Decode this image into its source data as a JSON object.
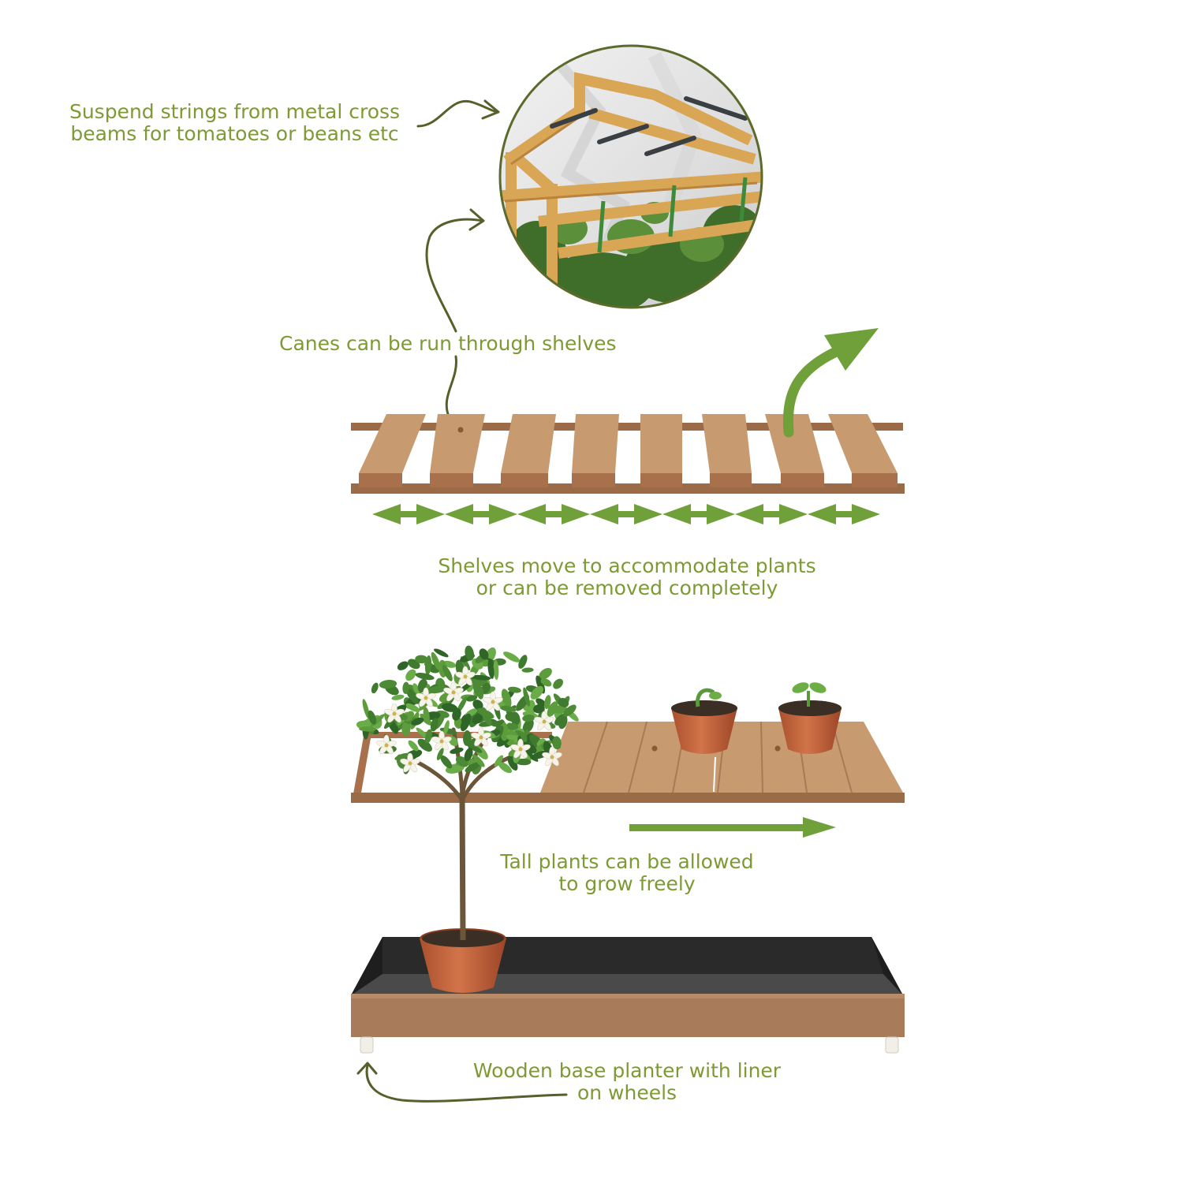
{
  "colors": {
    "label": "#7d9a33",
    "arrow_dark": "#55602a",
    "arrow_green": "#6fa03a",
    "wood_top": "#c79a70",
    "wood_front": "#a8714c",
    "frame": "#9b6a47",
    "liner": "#2b2a2b",
    "planter_front": "#a87c5b",
    "pot": "#c0623a",
    "leaf": "#4d8a35"
  },
  "labels": {
    "strings": [
      "Suspend strings from metal cross",
      "beams for tomatoes or beans etc"
    ],
    "canes": "Canes can be run through shelves",
    "shelves_move": [
      "Shelves move to accommodate plants",
      "or can be removed completely"
    ],
    "tall_plants": [
      "Tall plants can be allowed",
      "to grow freely"
    ],
    "base_planter": [
      "Wooden base planter with liner",
      "on wheels"
    ]
  },
  "icons": [
    "curved-arrow-icon",
    "double-headed-arrow-icon",
    "right-arrow-icon",
    "up-arrow-icon"
  ]
}
